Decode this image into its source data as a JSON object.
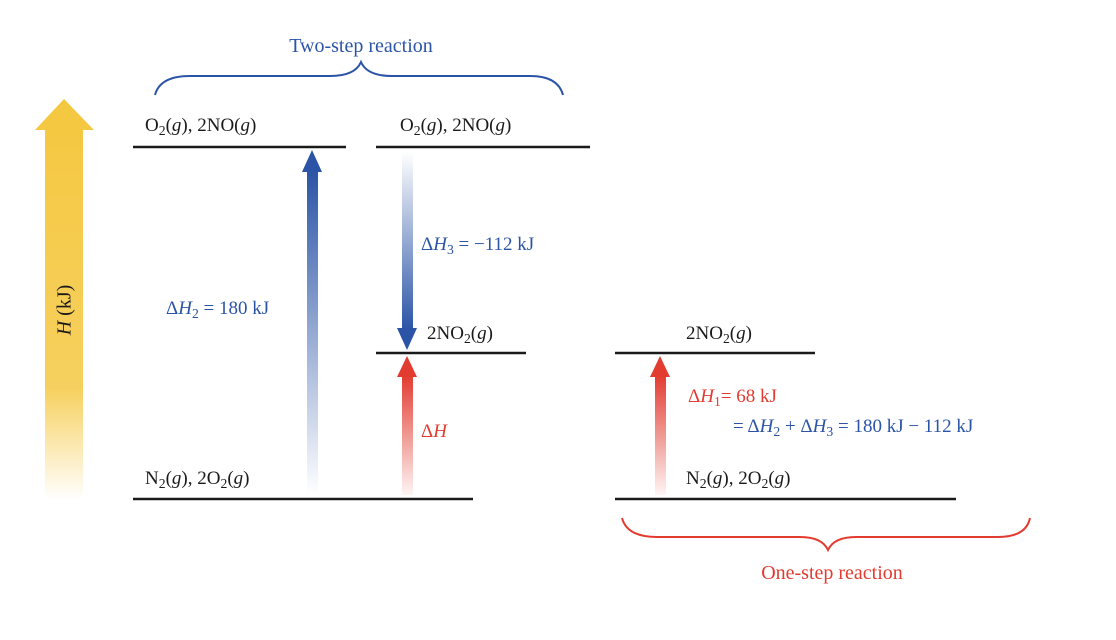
{
  "colors": {
    "blue": "#2b54a6",
    "red": "#e23b30",
    "yellow": "#f5c842",
    "line": "#1a1a1a"
  },
  "titles": {
    "two_step": "Two-step reaction",
    "one_step": "One-step reaction"
  },
  "axis": {
    "label": [
      {
        "t": "H",
        "i": true
      },
      {
        "t": " (kJ)"
      }
    ]
  },
  "labels": {
    "top_left": [
      {
        "t": "O"
      },
      {
        "t": "2",
        "s": true
      },
      {
        "t": "("
      },
      {
        "t": "g",
        "i": true
      },
      {
        "t": "), 2NO("
      },
      {
        "t": "g",
        "i": true
      },
      {
        "t": ")"
      }
    ],
    "top_right": [
      {
        "t": "O"
      },
      {
        "t": "2",
        "s": true
      },
      {
        "t": "("
      },
      {
        "t": "g",
        "i": true
      },
      {
        "t": "), 2NO("
      },
      {
        "t": "g",
        "i": true
      },
      {
        "t": ")"
      }
    ],
    "mid_left": [
      {
        "t": "2NO"
      },
      {
        "t": "2",
        "s": true
      },
      {
        "t": "("
      },
      {
        "t": "g",
        "i": true
      },
      {
        "t": ")"
      }
    ],
    "bottom_left": [
      {
        "t": "N"
      },
      {
        "t": "2",
        "s": true
      },
      {
        "t": "("
      },
      {
        "t": "g",
        "i": true
      },
      {
        "t": "), 2O"
      },
      {
        "t": "2",
        "s": true
      },
      {
        "t": "("
      },
      {
        "t": "g",
        "i": true
      },
      {
        "t": ")"
      }
    ],
    "mid_right": [
      {
        "t": "2NO"
      },
      {
        "t": "2",
        "s": true
      },
      {
        "t": "("
      },
      {
        "t": "g",
        "i": true
      },
      {
        "t": ")"
      }
    ],
    "bottom_right": [
      {
        "t": "N"
      },
      {
        "t": "2",
        "s": true
      },
      {
        "t": "("
      },
      {
        "t": "g",
        "i": true
      },
      {
        "t": "), 2O"
      },
      {
        "t": "2",
        "s": true
      },
      {
        "t": "("
      },
      {
        "t": "g",
        "i": true
      },
      {
        "t": ")"
      }
    ],
    "dh2": [
      {
        "t": "Δ"
      },
      {
        "t": "H",
        "i": true
      },
      {
        "t": "2",
        "s": true
      },
      {
        "t": " = 180 kJ"
      }
    ],
    "dh3": [
      {
        "t": "Δ"
      },
      {
        "t": "H",
        "i": true
      },
      {
        "t": "3",
        "s": true
      },
      {
        "t": " = −112 kJ"
      }
    ],
    "dh": [
      {
        "t": "Δ"
      },
      {
        "t": "H",
        "i": true
      }
    ],
    "dh1": [
      {
        "t": "Δ"
      },
      {
        "t": "H",
        "i": true
      },
      {
        "t": "1",
        "s": true
      },
      {
        "t": "= 68 kJ"
      }
    ],
    "dh1_sum": [
      {
        "t": "= Δ"
      },
      {
        "t": "H",
        "i": true
      },
      {
        "t": "2",
        "s": true
      },
      {
        "t": " + Δ"
      },
      {
        "t": "H",
        "i": true
      },
      {
        "t": "3",
        "s": true
      },
      {
        "t": " = 180 kJ − 112 kJ"
      }
    ]
  }
}
